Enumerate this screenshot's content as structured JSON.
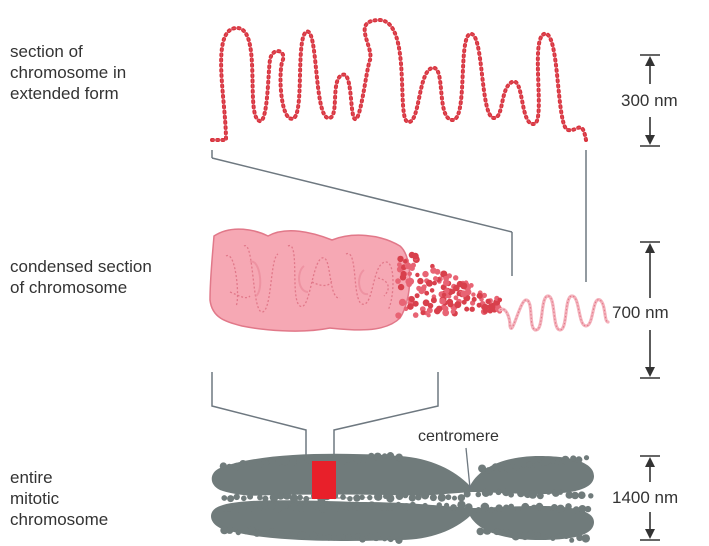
{
  "labels": {
    "extended": [
      "section of",
      "chromosome in",
      "extended form"
    ],
    "condensed": [
      "condensed section",
      "of chromosome"
    ],
    "mitotic": [
      "entire",
      "mitotic",
      "chromosome"
    ]
  },
  "scales": {
    "extended": "300 nm",
    "condensed": "700 nm",
    "mitotic": "1400 nm"
  },
  "annotations": {
    "centromere": "centromere"
  },
  "colors": {
    "chromatin_red": "#d8323c",
    "condensed_pink": "#f6a8b4",
    "condensed_outline": "#e17889",
    "chromosome_gray": "#707b7b",
    "highlight_red": "#e8202a",
    "guide_line": "#6e7880",
    "text": "#333333"
  }
}
